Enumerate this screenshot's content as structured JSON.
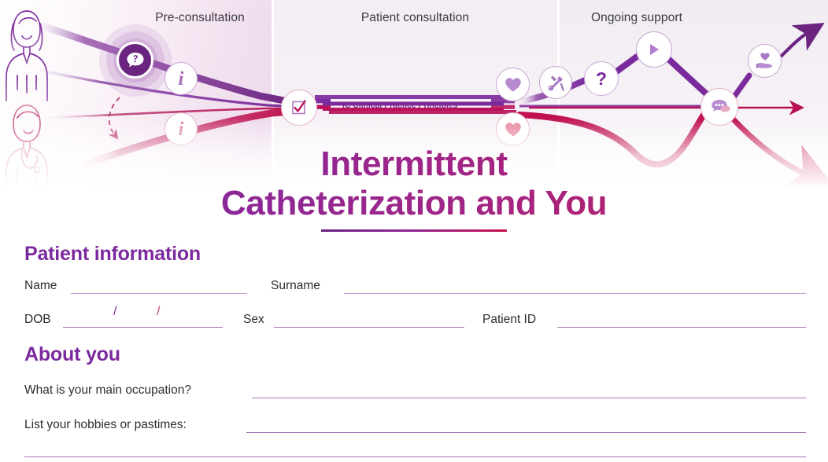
{
  "banner": {
    "stages": [
      {
        "label": "Pre-consultation"
      },
      {
        "label": "Patient consultation"
      },
      {
        "label": "Ongoing support"
      }
    ],
    "ribbon_label": "IC Clinical Practice Principles",
    "icons": [
      {
        "name": "question-speech-bubble-icon",
        "glyph": "?"
      },
      {
        "name": "info-icon-top",
        "glyph": "i"
      },
      {
        "name": "info-icon-bottom",
        "glyph": "i"
      },
      {
        "name": "checkbox-checked-icon",
        "glyph": "☑"
      },
      {
        "name": "heart-icon-purple",
        "glyph": "♥"
      },
      {
        "name": "tools-icon",
        "glyph": "⚒"
      },
      {
        "name": "question-icon",
        "glyph": "?"
      },
      {
        "name": "play-icon",
        "glyph": "▶"
      },
      {
        "name": "heart-icon-pink",
        "glyph": "♥"
      },
      {
        "name": "chat-bubbles-icon",
        "glyph": "💬"
      },
      {
        "name": "hand-heart-icon",
        "glyph": "♥"
      }
    ],
    "people": [
      {
        "name": "patient-illustration"
      },
      {
        "name": "clinician-illustration"
      }
    ]
  },
  "title": {
    "line1": "Intermittent",
    "line2": "Catheterization and You"
  },
  "form": {
    "sections": [
      {
        "heading": "Patient information",
        "rows": [
          [
            {
              "label": "Name"
            },
            {
              "label": "Surname"
            }
          ],
          [
            {
              "label": "DOB"
            },
            {
              "label": "Sex"
            },
            {
              "label": "Patient ID"
            }
          ]
        ]
      },
      {
        "heading": "About you",
        "questions": [
          {
            "label": "What is your main occupation?"
          },
          {
            "label": "List your hobbies or pastimes:"
          }
        ]
      }
    ],
    "dob_separators": [
      "/",
      "/"
    ]
  },
  "colors": {
    "purple": "#7b2a9e",
    "deep_purple": "#6b2480",
    "crimson": "#c0104f",
    "magenta": "#c01b55",
    "rule": "#a86fb8",
    "rule_light": "#c49bd2",
    "text": "#2b2b33"
  }
}
